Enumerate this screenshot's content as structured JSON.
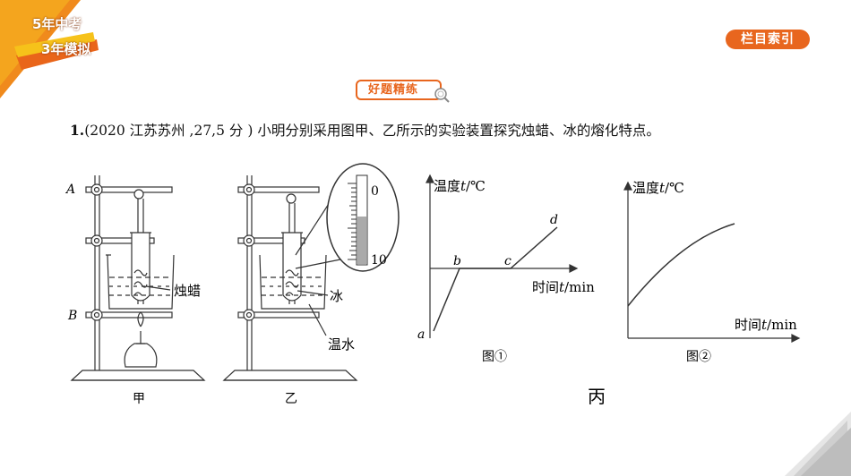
{
  "header": {
    "logo_line1": "5年中考",
    "logo_line2": "3年模拟",
    "index_button": "栏目索引"
  },
  "badge": {
    "label": "好题精练"
  },
  "question": {
    "number": "1.",
    "source": "(2020 江苏苏州 ,27,5 分 )",
    "text": " 小明分别采用图甲、乙所示的实验装置探究烛蜡、冰的熔化特点。"
  },
  "figure": {
    "apparatus_jia": {
      "label_a": "A",
      "label_b": "B",
      "substance": "烛蜡",
      "caption": "甲"
    },
    "apparatus_yi": {
      "substance": "冰",
      "water": "温水",
      "caption": "乙",
      "scale_top": "0",
      "scale_bottom": "10"
    },
    "graph1": {
      "ylabel_prefix": "温度",
      "ylabel_var": "t",
      "ylabel_unit": "/℃",
      "xlabel_prefix": "时间",
      "xlabel_var": "t",
      "xlabel_unit": "/min",
      "point_a": "a",
      "point_b": "b",
      "point_c": "c",
      "point_d": "d",
      "caption": "图①"
    },
    "graph2": {
      "ylabel_prefix": "温度",
      "ylabel_var": "t",
      "ylabel_unit": "/℃",
      "xlabel_prefix": "时间",
      "xlabel_var": "t",
      "xlabel_unit": "/min",
      "caption": "图②"
    },
    "bing_caption": "丙"
  },
  "colors": {
    "accent": "#e8661e",
    "logo_yellow": "#f6c21a",
    "corner_gray": "#bdbdbd"
  }
}
